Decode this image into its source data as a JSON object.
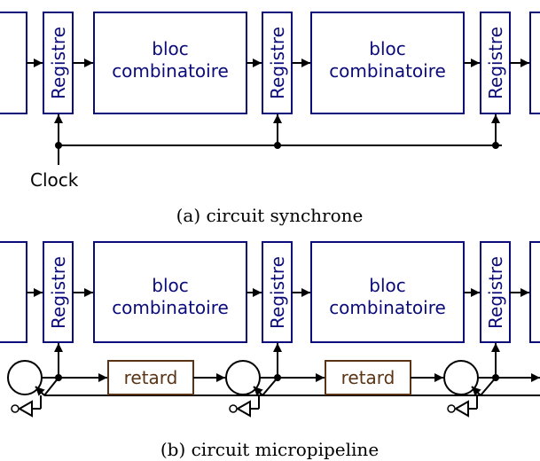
{
  "labels": {
    "register": "Registre",
    "combinational_line1": "bloc",
    "combinational_line2": "combinatoire",
    "clock": "Clock",
    "delay": "retard"
  },
  "captions": {
    "a": "(a) circuit synchrone",
    "b": "(b) circuit micropipeline"
  },
  "colors": {
    "blocks": "#0b0b7a",
    "delay": "#5a3414",
    "wires": "#000000"
  }
}
